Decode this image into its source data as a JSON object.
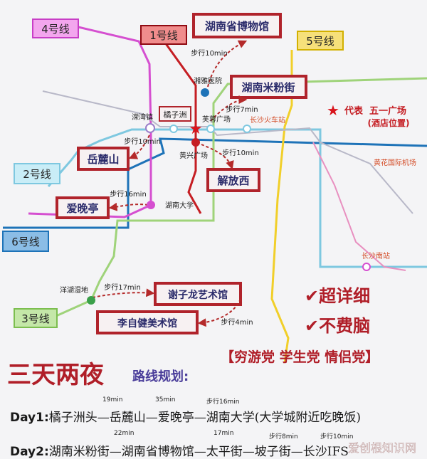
{
  "lines": {
    "line1": {
      "label": "1号线",
      "color": "#c51d23"
    },
    "line2": {
      "label": "2号线",
      "color": "#7ec8e0"
    },
    "line3": {
      "label": "3号线",
      "color": "#9fd37a"
    },
    "line4": {
      "label": "4号线",
      "color": "#d54fd0"
    },
    "line5": {
      "label": "5号线",
      "color": "#f1cf2a"
    },
    "line6": {
      "label": "6号线",
      "color": "#1e73b8"
    }
  },
  "stations": {
    "xiangya": "湘雅医院",
    "liuwanzhen": "溁湾镇",
    "juzizhou": "橘子洲",
    "furong": "芙蓉广场",
    "changsha_rail": "长沙火车站",
    "huangxing": "黄兴广场",
    "hunan_univ": "湖南大学",
    "huanghua": "黄花国际机场",
    "changsha_south": "长沙南站",
    "yanghu": "洋湖湿地"
  },
  "attractions": {
    "museum": "湖南省博物馆",
    "rice_noodle": "湖南米粉街",
    "yuelu": "岳麓山",
    "jiefang": "解放西",
    "aiwan": "爱晚亭",
    "xiezilong": "谢子龙艺术馆",
    "lizijian": "李自健美术馆"
  },
  "walks": {
    "museum": "步行10min",
    "rice_noodle": "步行7min",
    "yuelu": "步行10min",
    "jiefang": "步行10min",
    "aiwan": "步行16min",
    "xiezilong": "步行17min",
    "lizijian": "步行4min"
  },
  "legend": {
    "prefix": "代表",
    "place": "五一广场",
    "note": "(酒店位置)"
  },
  "features": {
    "f1": "✔超详细",
    "f2": "✔不费脑"
  },
  "tags": "【穷游党 学生党 情侣党】",
  "plan": {
    "title": "三天两夜",
    "subtitle": "路线规划:",
    "day1": {
      "label": "Day1:",
      "route": "橘子洲头—岳麓山—爱晚亭—湖南大学(大学城附近吃晚饭)",
      "times": [
        "19min",
        "35min",
        "步行16min"
      ]
    },
    "day2": {
      "label": "Day2:",
      "route": "湖南米粉街—湖南省博物馆—太平街—坡子街—长沙IFS",
      "times": [
        "22min",
        "17min",
        "步行8min",
        "步行10min"
      ]
    }
  },
  "watermark": "爱创根知识网"
}
